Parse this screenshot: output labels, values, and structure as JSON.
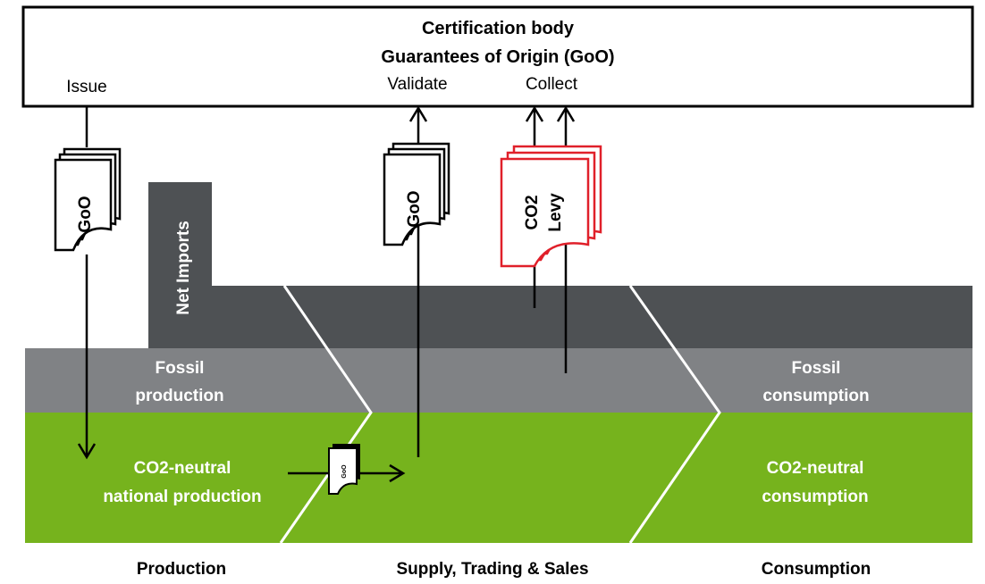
{
  "certification": {
    "title": "Certification body",
    "subtitle": "Guarantees of Origin (GoO)",
    "issue_label": "Issue",
    "validate_label": "Validate",
    "collect_label": "Collect"
  },
  "documents": {
    "goo_issue_label": "GoO",
    "goo_validate_label": "GoO",
    "goo_small_label": "GoO",
    "levy_line1": "CO2",
    "levy_line2": "Levy"
  },
  "bands": {
    "net_imports": "Net Imports",
    "fossil_production_1": "Fossil",
    "fossil_production_2": "production",
    "fossil_consumption_1": "Fossil",
    "fossil_consumption_2": "consumption",
    "neutral_production_1": "CO2-neutral",
    "neutral_production_2": "national production",
    "neutral_consumption_1": "CO2-neutral",
    "neutral_consumption_2": "consumption"
  },
  "stages": {
    "production": "Production",
    "supply": "Supply, Trading & Sales",
    "consumption": "Consumption"
  },
  "colors": {
    "dark_gray": "#4e5154",
    "mid_gray": "#808285",
    "green": "#76b31d",
    "levy_red": "#e0202a",
    "border": "#000000"
  }
}
